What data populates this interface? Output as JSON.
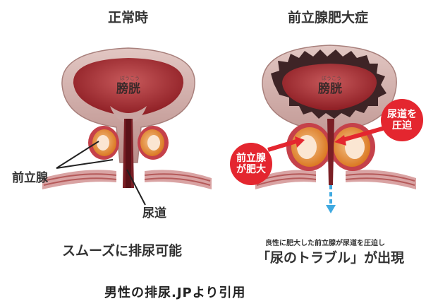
{
  "normal": {
    "heading": "正常時",
    "organ_ruby": "ぼうこう",
    "organ_label": "膀胱",
    "prostate_label": "前立腺",
    "urethra_label": "尿道",
    "caption": "スムーズに排尿可能"
  },
  "bph": {
    "heading": "前立腺肥大症",
    "organ_ruby": "ぼうこう",
    "organ_label": "膀胱",
    "badge_left": "前立腺が肥大",
    "badge_right": "尿道を圧迫",
    "small_caption": "良性に肥大した前立腺が尿道を圧迫し",
    "caption": "「尿のトラブル」が出現"
  },
  "footer": "男性の排尿.JPより引用",
  "colors": {
    "badge_red": "#e4262f",
    "bladder_wall": "#c9a6a3",
    "bladder_inner": "#a12c30",
    "prostate_orange": "#e78a22",
    "arrow_blue": "#3fa9e0"
  }
}
